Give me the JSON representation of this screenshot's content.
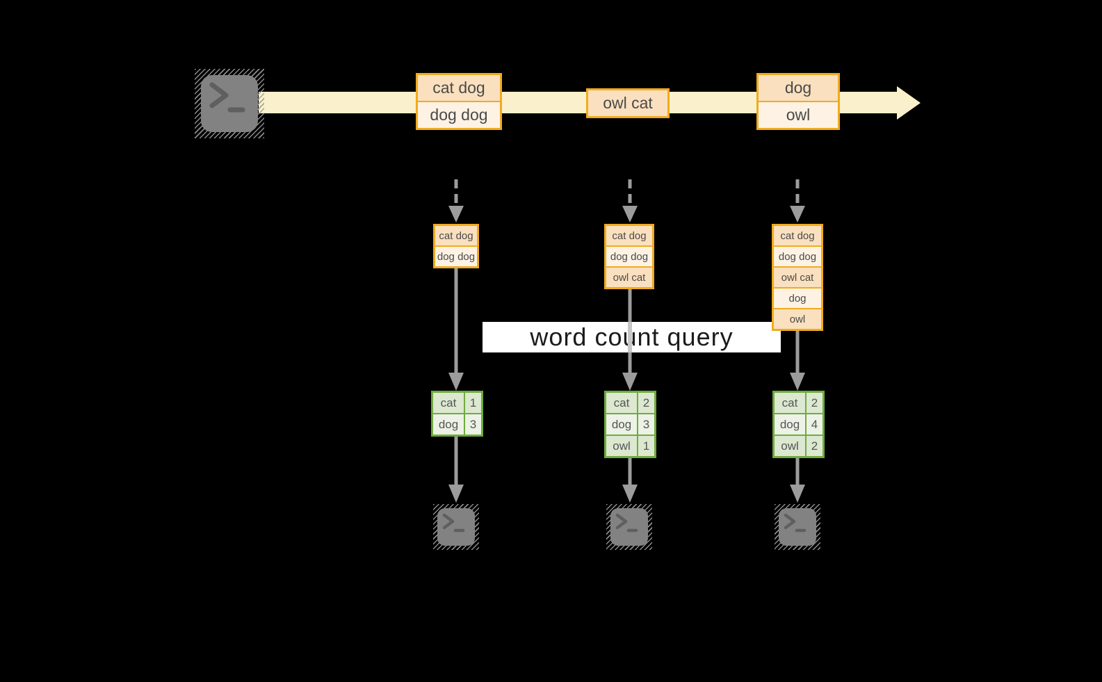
{
  "stream": {
    "source_icon": "terminal-icon",
    "batches": [
      {
        "rows": [
          "cat dog",
          "dog dog"
        ]
      },
      {
        "rows": [
          "owl cat"
        ]
      },
      {
        "rows": [
          "dog",
          "owl"
        ]
      }
    ]
  },
  "query": {
    "label": "word count query"
  },
  "columns": [
    {
      "state": [
        "cat dog",
        "dog dog"
      ],
      "counts": [
        {
          "word": "cat",
          "count": "1"
        },
        {
          "word": "dog",
          "count": "3"
        }
      ],
      "sink_icon": "terminal-icon"
    },
    {
      "state": [
        "cat dog",
        "dog dog",
        "owl cat"
      ],
      "counts": [
        {
          "word": "cat",
          "count": "2"
        },
        {
          "word": "dog",
          "count": "3"
        },
        {
          "word": "owl",
          "count": "1"
        }
      ],
      "sink_icon": "terminal-icon"
    },
    {
      "state": [
        "cat dog",
        "dog dog",
        "owl cat",
        "dog",
        "owl"
      ],
      "counts": [
        {
          "word": "cat",
          "count": "2"
        },
        {
          "word": "dog",
          "count": "4"
        },
        {
          "word": "owl",
          "count": "2"
        }
      ],
      "sink_icon": "terminal-icon"
    }
  ],
  "colors": {
    "background": "#000000",
    "stream_band": "#FAF0CB",
    "box_border": "#F0AB1E",
    "box_fill_dark": "#FAE0BE",
    "box_fill_light": "#FDF2E3",
    "table_border": "#6FAC3F",
    "table_fill_dark": "#DCE8D0",
    "table_fill_light": "#EDF2E6",
    "arrow_gray": "#9C9C9C",
    "terminal_gray": "#828282"
  }
}
